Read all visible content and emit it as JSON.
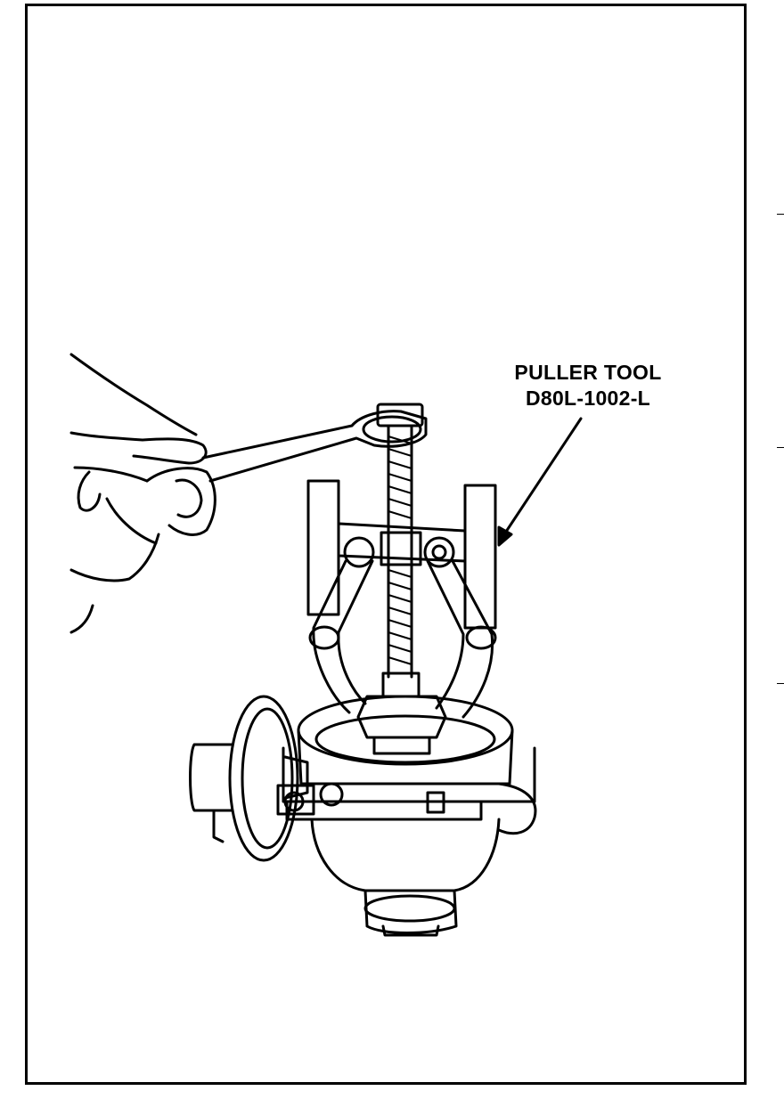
{
  "callout": {
    "line1": "PULLER TOOL",
    "line2": "D80L-1002-L"
  },
  "colors": {
    "ink": "#000000",
    "paper": "#ffffff"
  },
  "drawing_parts": [
    "hand",
    "wrench",
    "puller-tool",
    "forcing-screw",
    "distributor-body",
    "vacuum-advance-unit",
    "callout-arrow"
  ]
}
